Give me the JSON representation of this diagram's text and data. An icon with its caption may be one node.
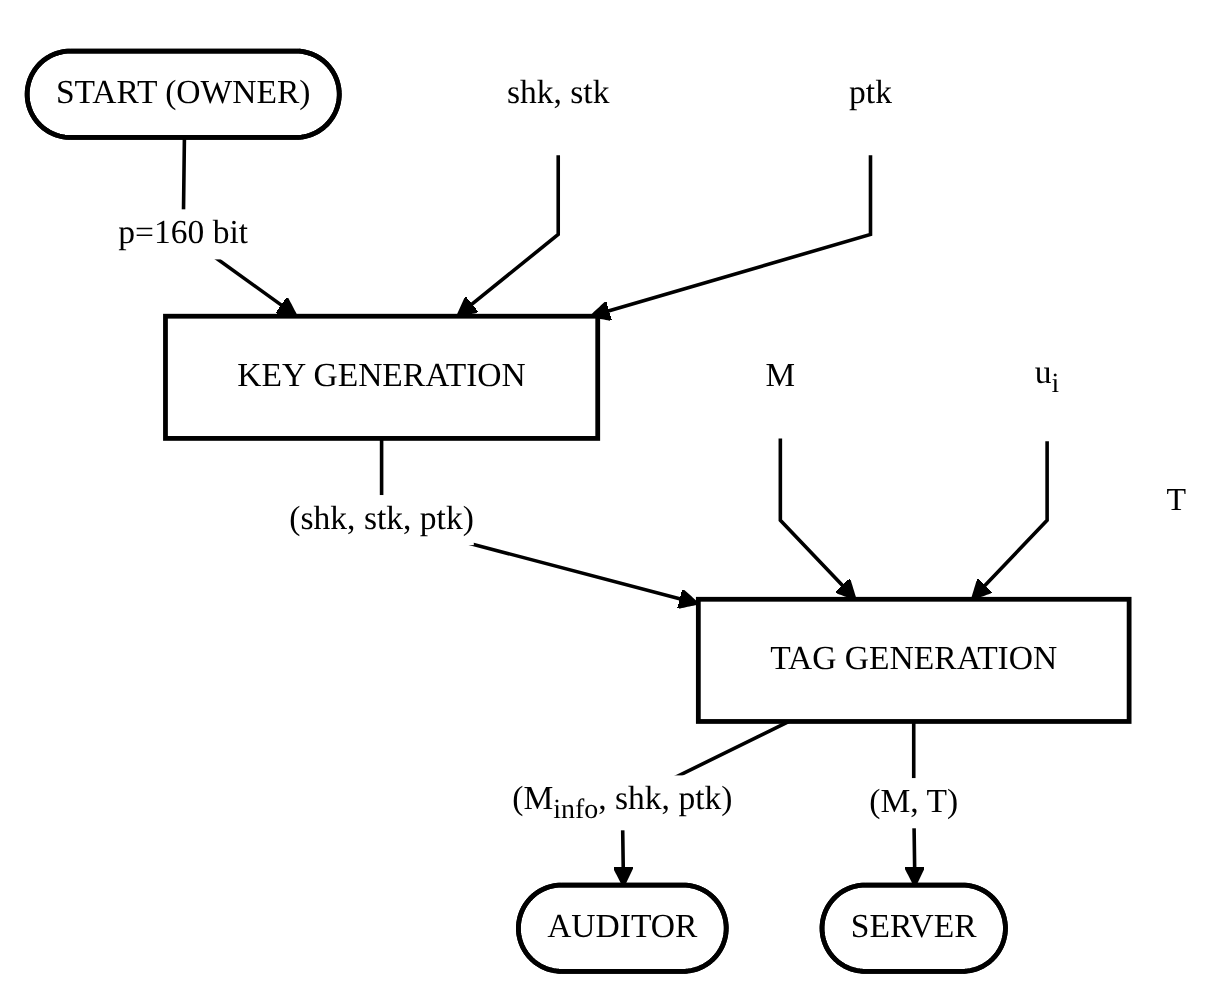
{
  "diagram": {
    "nodes": [
      {
        "text": [
          "START (OWNER)"
        ]
      },
      {
        "text": [
          "shk, stk"
        ]
      },
      {
        "text": [
          "KEY GENERATION"
        ]
      },
      {
        "text": [
          "ptk"
        ]
      },
      {
        "text": [
          "M"
        ]
      },
      {
        "text": [
          "TAG GENERATION"
        ]
      },
      {
        "text": [
          "u$_{i}$"
        ]
      },
      {
        "text": [
          "AUDITOR"
        ]
      },
      {
        "text": [
          "SERVER"
        ]
      }
    ],
    "edges": [
      {
        "from": 0,
        "to": 2,
        "arrow": "to",
        "label": "p=160 bit"
      },
      {
        "from": 1,
        "to": 2,
        "arrow": "to"
      },
      {
        "from": 3,
        "to": 2,
        "arrow": "to"
      },
      {
        "from": 2,
        "to": 5,
        "arrow": "to",
        "label": "(shk, stk, ptk)"
      },
      {
        "from": 4,
        "to": 5,
        "arrow": "to"
      },
      {
        "from": 6,
        "to": 5,
        "arrow": "to"
      },
      {
        "from": 5,
        "to": 7,
        "arrow": "to",
        "label": "(M$_{info}$, shk, ptk)"
      },
      {
        "from": 5,
        "to": 8,
        "arrow": "to",
        "label": "(M, T)"
      }
    ],
    "labels": [
      "T"
    ]
  }
}
